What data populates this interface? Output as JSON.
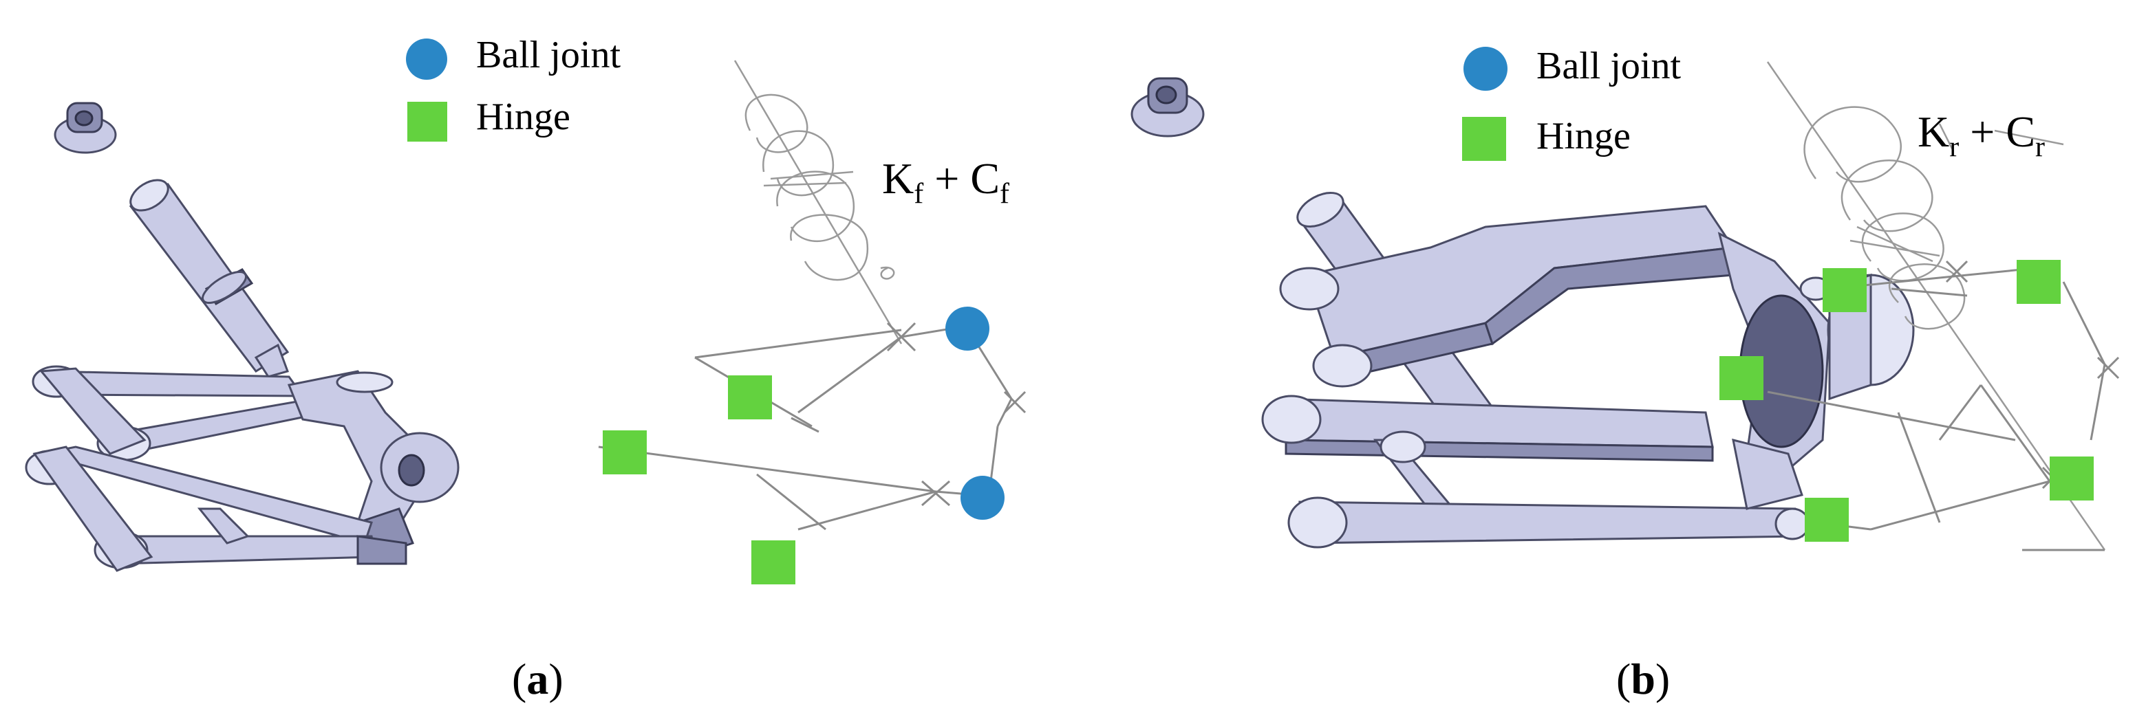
{
  "panel_a": {
    "legend": {
      "ball_joint_label": "Ball joint",
      "hinge_label": "Hinge"
    },
    "spring_damper": {
      "K": "K",
      "K_sub": "f",
      "plus": " + ",
      "C": "C",
      "C_sub": "f"
    },
    "caption": {
      "open": "(",
      "letter": "a",
      "close": ")"
    }
  },
  "panel_b": {
    "legend": {
      "ball_joint_label": "Ball joint",
      "hinge_label": "Hinge"
    },
    "spring_damper": {
      "K": "K",
      "K_sub": "r",
      "plus": " + ",
      "C": "C",
      "C_sub": "r"
    },
    "caption": {
      "open": "(",
      "letter": "b",
      "close": ")"
    }
  },
  "colors": {
    "ball_joint": "#2a87c6",
    "hinge": "#63d23f",
    "mesh_line": "#8a8a8a",
    "cad_part": "#c9cbe6"
  }
}
